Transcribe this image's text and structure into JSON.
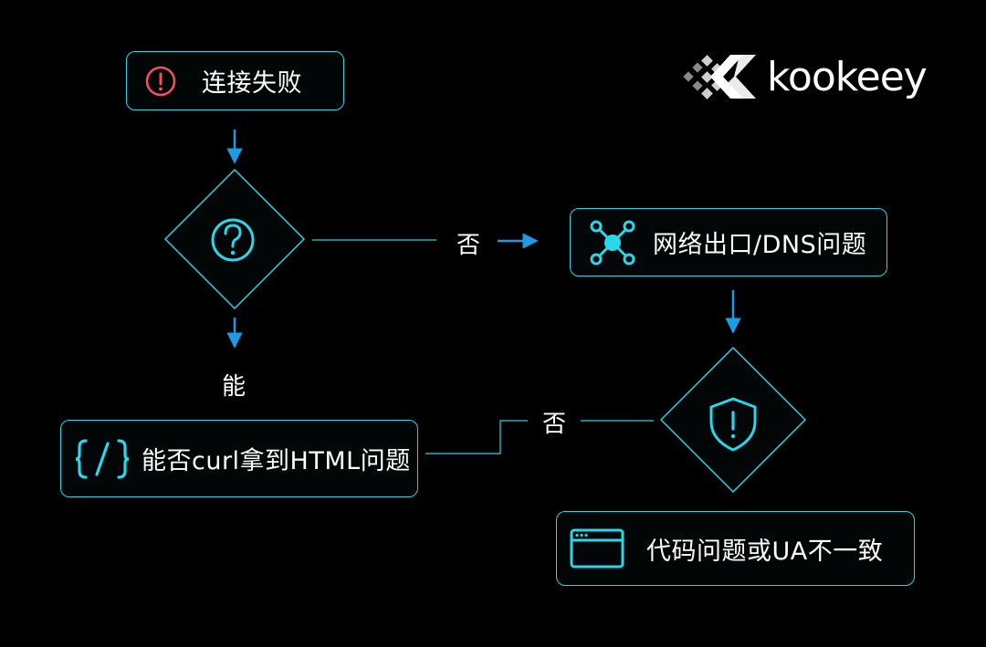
{
  "nodes": {
    "connect_failed": "连接失败",
    "network_dns": "网络出口/DNS问题",
    "curl_html": "能否curl拿到HTML问题",
    "code_ua": "代码问题或UA不一致"
  },
  "edge_labels": {
    "no_1": "否",
    "yes_1": "能",
    "no_2": "否"
  },
  "logo": {
    "text": "kookeey"
  },
  "icons": {
    "connect_failed": "alert-circle-icon",
    "decision_1": "question-circle-icon",
    "network_dns": "network-hub-icon",
    "decision_2": "shield-alert-icon",
    "curl_html": "code-brackets-icon",
    "code_ua": "browser-window-icon",
    "logo": "kookeey-logo-icon"
  },
  "colors": {
    "background": "#000000",
    "border": "#2ad4e6",
    "arrow": "#1e9ae6",
    "icon": "#29d6ea",
    "alert": "#f0505a",
    "text": "#ffffff"
  }
}
